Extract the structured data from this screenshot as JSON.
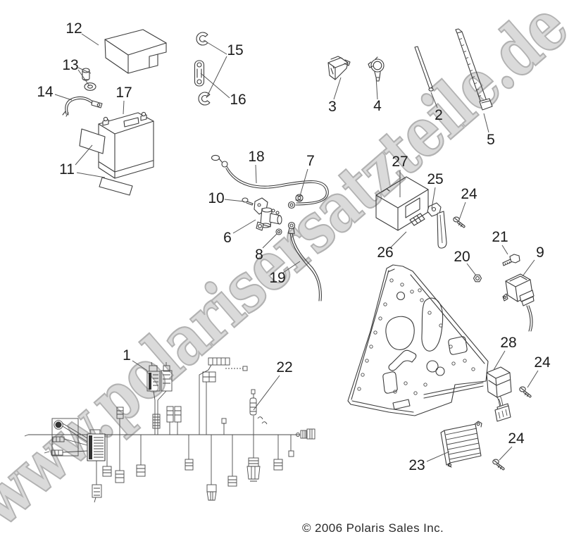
{
  "watermark": "www.polarisersatzteile.de",
  "copyright": "© 2006 Polaris Sales Inc.",
  "colors": {
    "background": "#ffffff",
    "line": "#3c3c3c",
    "watermark_fill": "#dadada",
    "watermark_stroke": "#b2b2b2",
    "label_text": "#1c1c1c"
  },
  "callouts": [
    {
      "label": "12"
    },
    {
      "label": "13"
    },
    {
      "label": "14"
    },
    {
      "label": "17"
    },
    {
      "label": "11"
    },
    {
      "label": "15"
    },
    {
      "label": "16"
    },
    {
      "label": "3"
    },
    {
      "label": "4"
    },
    {
      "label": "2"
    },
    {
      "label": "5"
    },
    {
      "label": "18"
    },
    {
      "label": "7"
    },
    {
      "label": "10"
    },
    {
      "label": "6"
    },
    {
      "label": "8"
    },
    {
      "label": "19"
    },
    {
      "label": "27"
    },
    {
      "label": "25"
    },
    {
      "label": "24"
    },
    {
      "label": "26"
    },
    {
      "label": "20"
    },
    {
      "label": "21"
    },
    {
      "label": "9"
    },
    {
      "label": "28"
    },
    {
      "label": "24"
    },
    {
      "label": "23"
    },
    {
      "label": "24"
    },
    {
      "label": "1"
    },
    {
      "label": "22"
    }
  ]
}
